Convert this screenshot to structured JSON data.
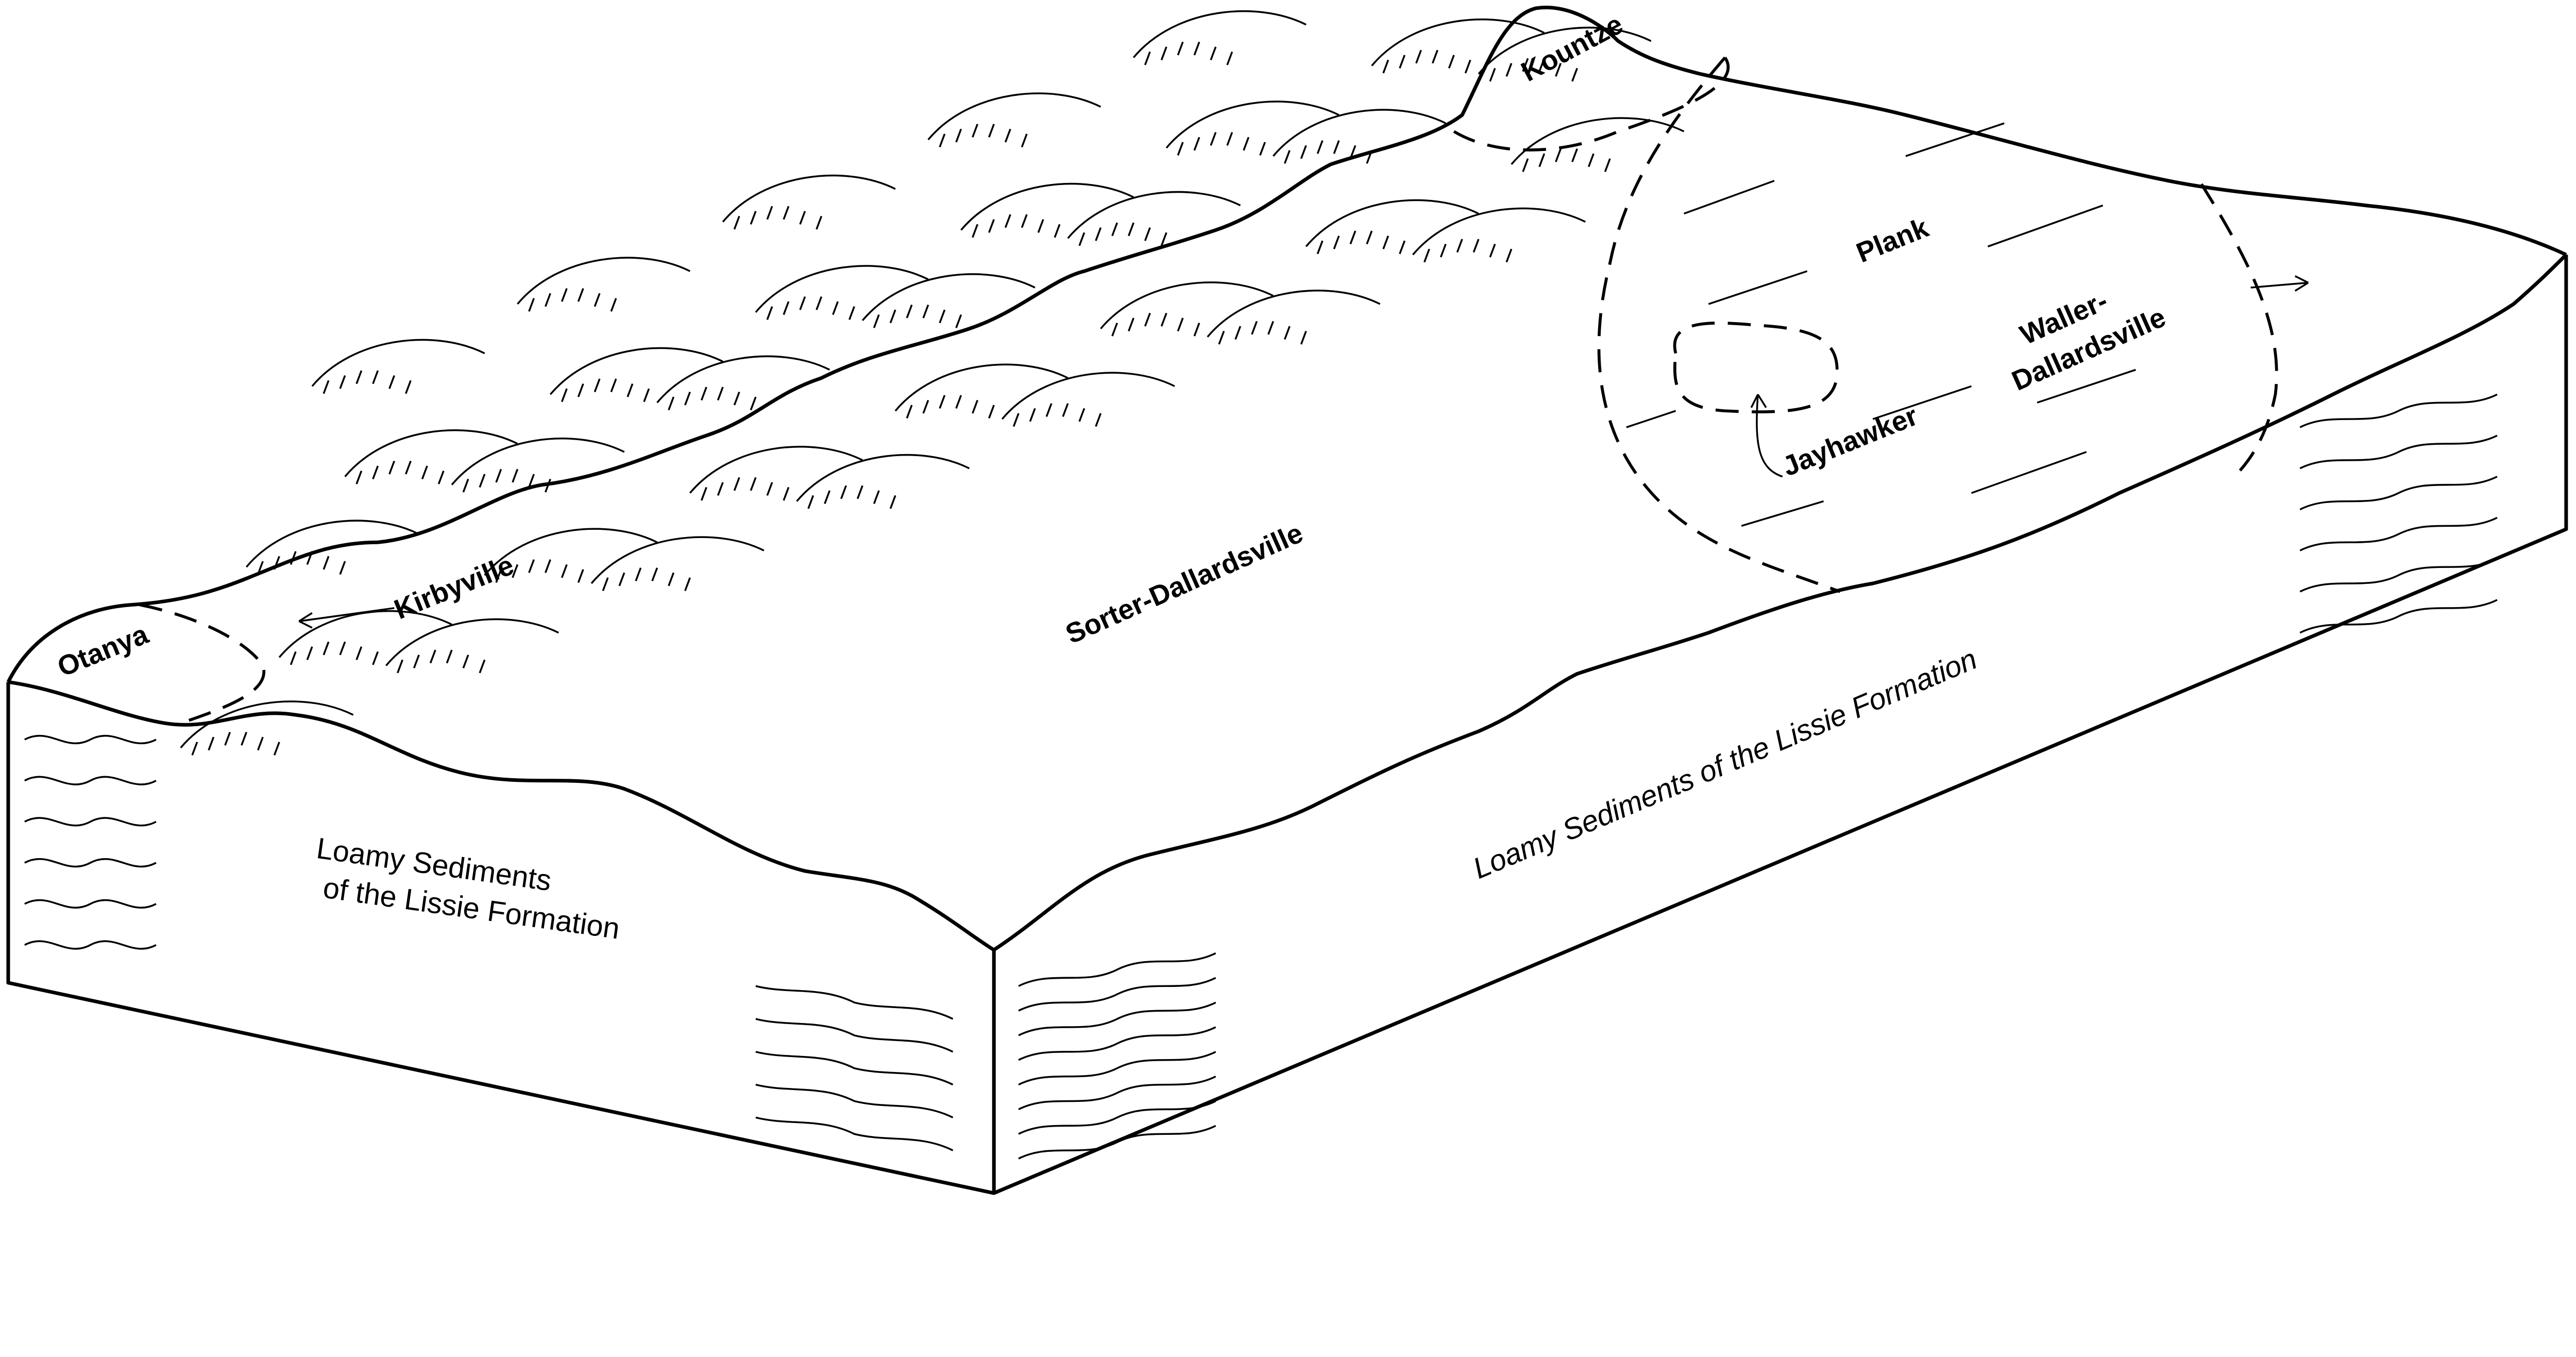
{
  "title": "Block diagram of soils on the Lissie Formation",
  "soil_labels": {
    "kountze": "Kountze",
    "otanya": "Otanya",
    "kirbyville": "Kirbyville",
    "sorter_dallardsville": "Sorter-Dallardsville",
    "plank": "Plank",
    "waller_line1": "Waller-",
    "waller_line2": "Dallardsville",
    "jayhawker": "Jayhawker"
  },
  "parent_material": {
    "right_face": "Loamy Sediments of the Lissie Formation",
    "left_face_line1": "Loamy Sediments",
    "left_face_line2": "of the Lissie Formation"
  },
  "colors": {
    "ink": "#000000",
    "background": "#ffffff"
  }
}
